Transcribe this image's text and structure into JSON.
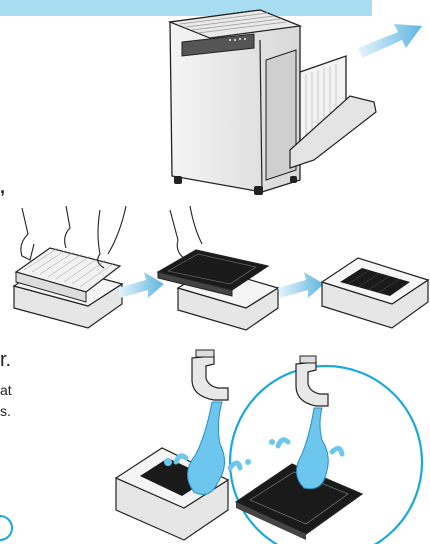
{
  "page": {
    "text_fragments": {
      "comma": ",",
      "r_period": "r.",
      "at": "at",
      "s_period": "s."
    }
  },
  "colors": {
    "band": "#a9ddf2",
    "arrow": "#5fb5e0",
    "water": "#6cc6ee",
    "circle": "#17a9dc",
    "line": "#222222",
    "mesh": "#1a1a1a"
  },
  "illustrations": {
    "purifier": "air-purifier-filter-removal",
    "step1": "filter-lifted-from-tray",
    "step2": "carbon-filter-on-tray",
    "step3": "empty-filter-tray",
    "washing": "filters-rinsed-under-faucet"
  }
}
